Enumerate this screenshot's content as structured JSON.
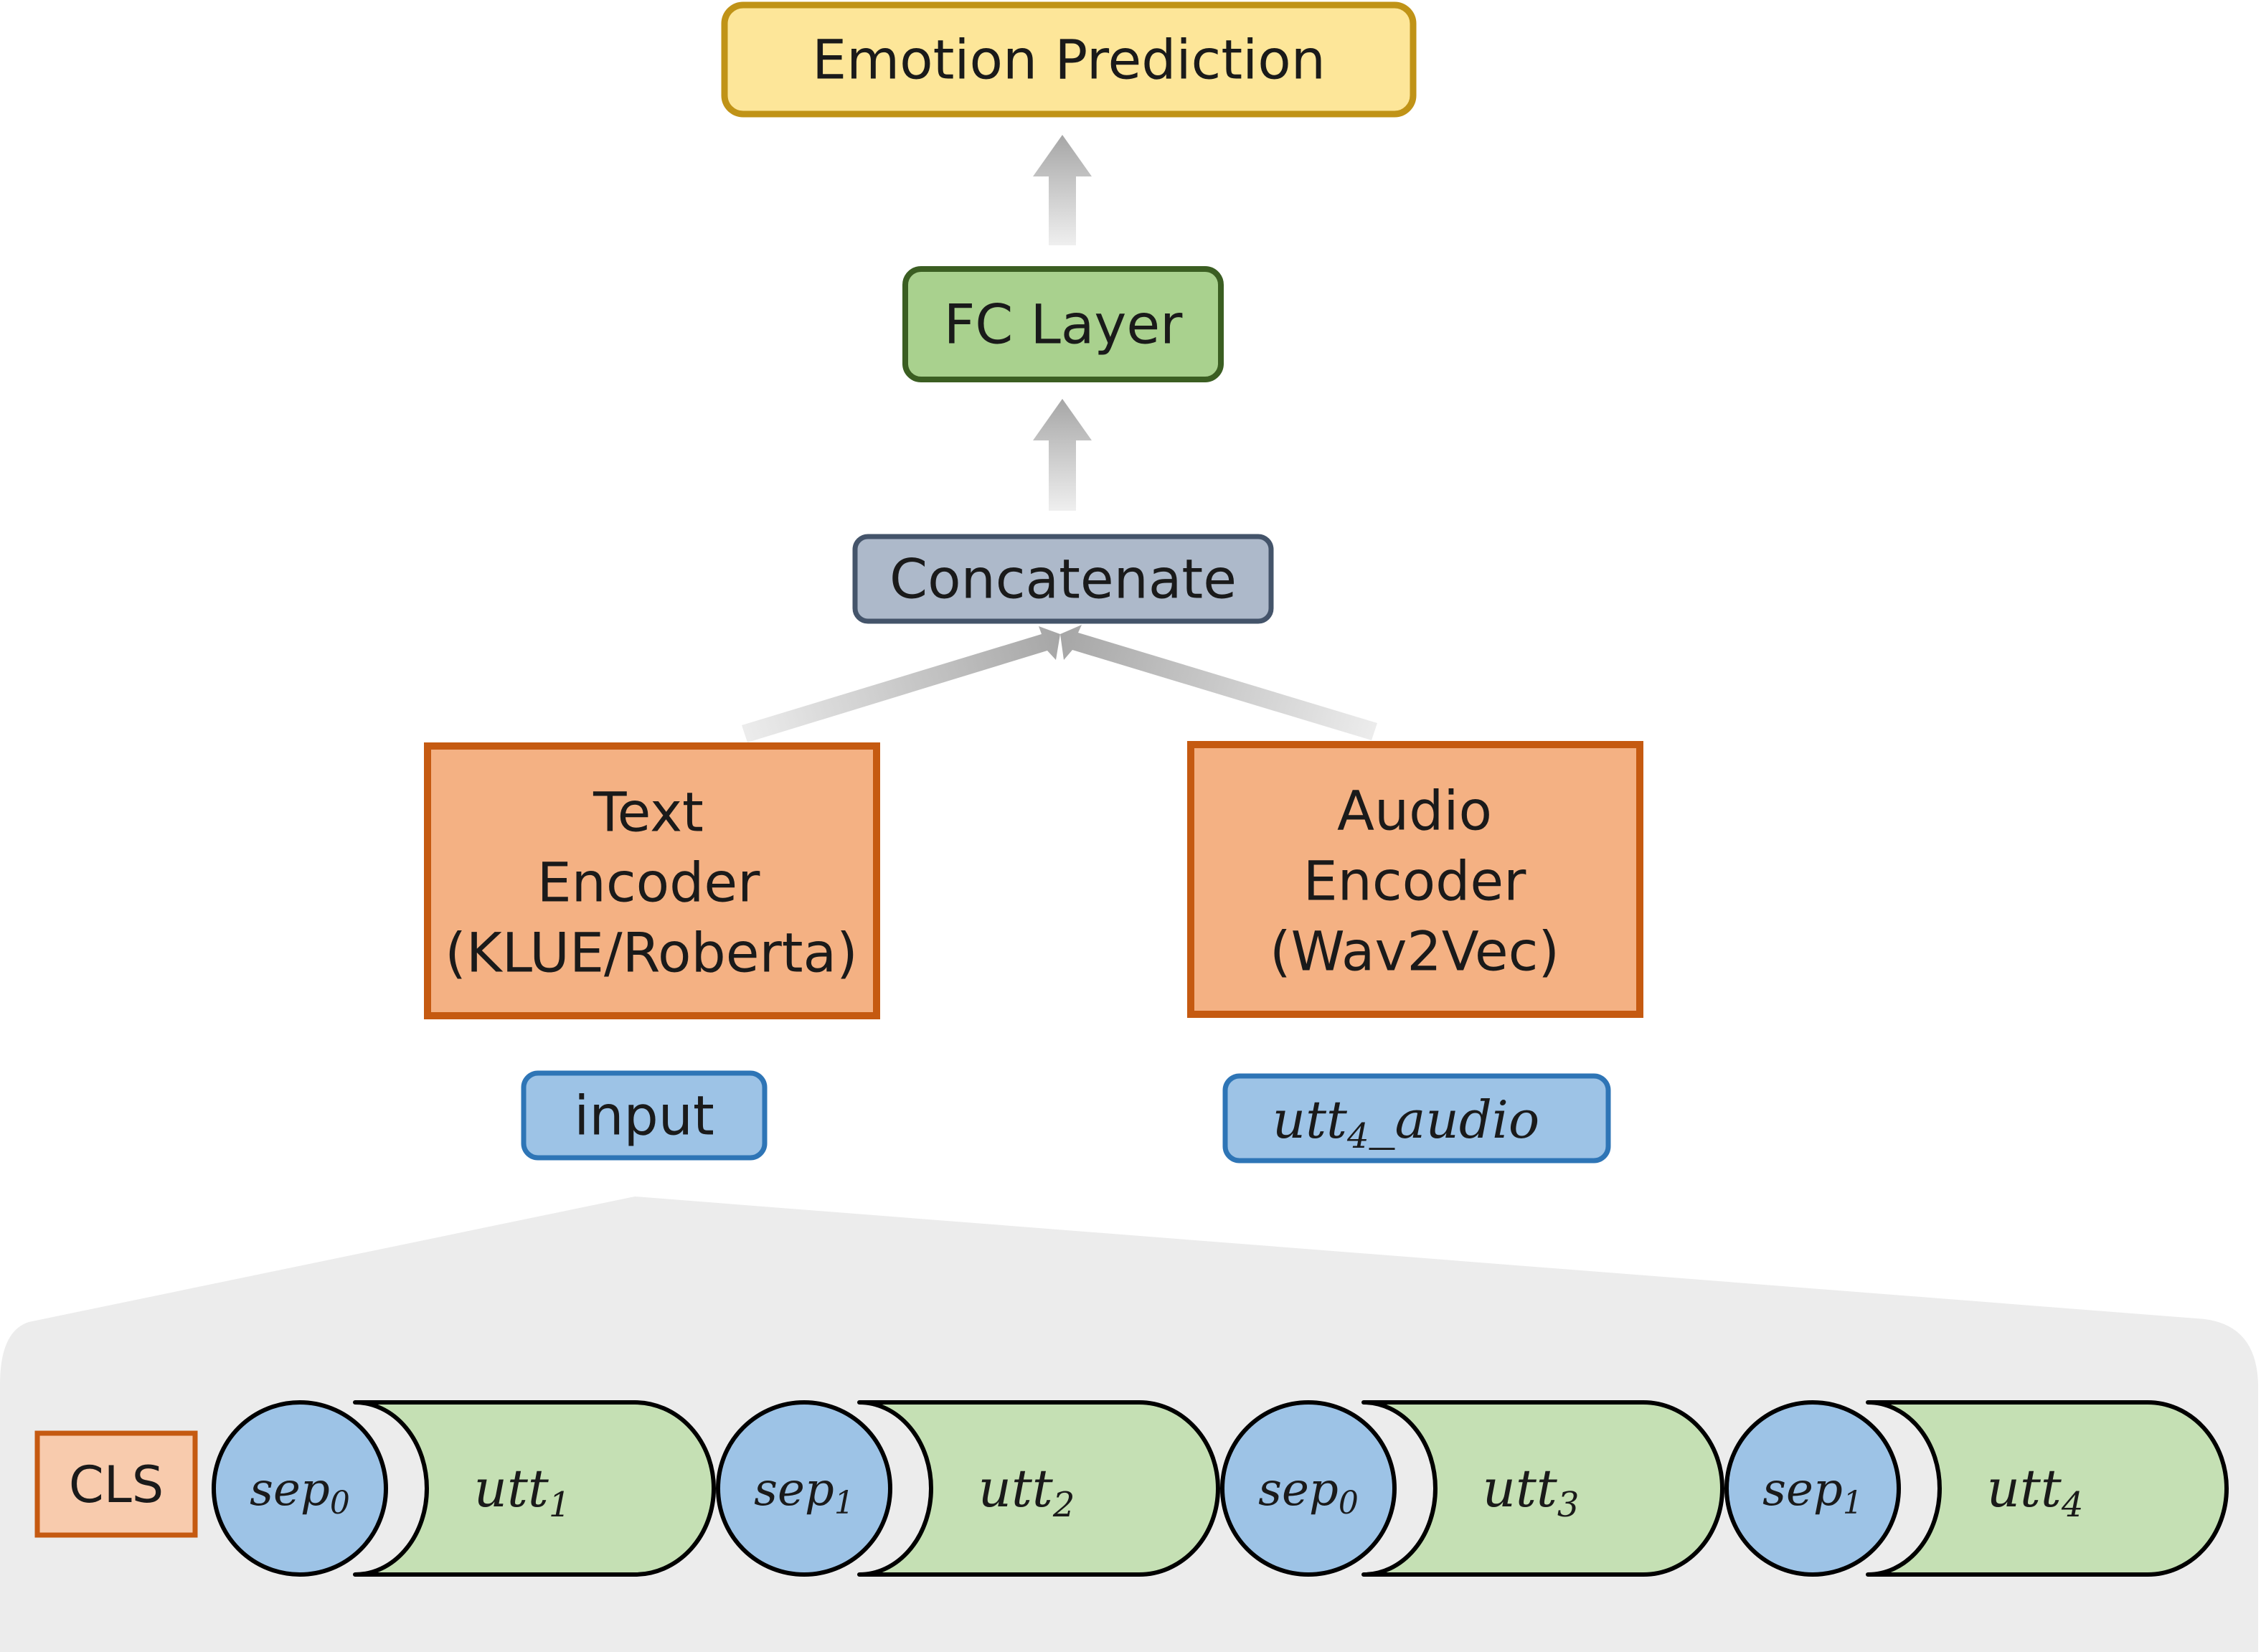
{
  "nodes": {
    "emotion_prediction": {
      "label": "Emotion Prediction",
      "fill": "#fde699",
      "stroke": "#c09317"
    },
    "fc_layer": {
      "label": "FC Layer",
      "fill": "#a9d18e",
      "stroke": "#3b5e22"
    },
    "concatenate": {
      "label": "Concatenate",
      "fill": "#adb9ca",
      "stroke": "#44546a"
    },
    "text_encoder": {
      "lines": [
        "Text",
        "Encoder",
        "(KLUE/Roberta)"
      ],
      "fill": "#f4b183",
      "stroke": "#c55a11"
    },
    "audio_encoder": {
      "lines": [
        "Audio",
        "Encoder",
        "(Wav2Vec)"
      ],
      "fill": "#f4b183",
      "stroke": "#c55a11"
    },
    "text_input": {
      "label": "input",
      "fill": "#9dc3e6",
      "stroke": "#2e75b6"
    },
    "audio_input": {
      "base": "utt",
      "sub": "4",
      "suffix": "_audio",
      "fill": "#9dc3e6",
      "stroke": "#2e75b6"
    }
  },
  "sequence": {
    "panel_fill": "#ececec",
    "cls": {
      "label": "CLS",
      "fill": "#f8cbad",
      "stroke": "#c55a11"
    },
    "sep_fill": "#9dc3e6",
    "utt_fill": "#c5e0b4",
    "pairs": [
      {
        "sep": {
          "base": "sep",
          "sub": "0"
        },
        "utt": {
          "base": "utt",
          "sub": "1"
        }
      },
      {
        "sep": {
          "base": "sep",
          "sub": "1"
        },
        "utt": {
          "base": "utt",
          "sub": "2"
        }
      },
      {
        "sep": {
          "base": "sep",
          "sub": "0"
        },
        "utt": {
          "base": "utt",
          "sub": "3"
        }
      },
      {
        "sep": {
          "base": "sep",
          "sub": "1"
        },
        "utt": {
          "base": "utt",
          "sub": "4"
        }
      }
    ]
  }
}
